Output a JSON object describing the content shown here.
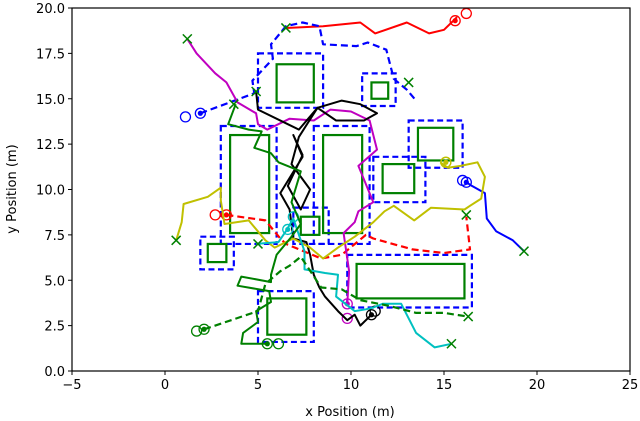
{
  "chart_data": {
    "type": "scatter",
    "title": "",
    "xlabel": "x Position (m)",
    "ylabel": "y Position (m)",
    "xlim": [
      -5,
      25
    ],
    "ylim": [
      0,
      20
    ],
    "xticks": [
      -5,
      0,
      5,
      10,
      15,
      20,
      25
    ],
    "yticks": [
      0.0,
      2.5,
      5.0,
      7.5,
      10.0,
      12.5,
      15.0,
      17.5,
      20.0
    ],
    "xtick_labels": [
      "−5",
      "0",
      "5",
      "10",
      "15",
      "20",
      "25"
    ],
    "ytick_labels": [
      "0.0",
      "2.5",
      "5.0",
      "7.5",
      "10.0",
      "12.5",
      "15.0",
      "17.5",
      "20.0"
    ],
    "grid": false,
    "legend": "none",
    "obstacles": [
      {
        "x": [
          6.0,
          8.0
        ],
        "y": [
          14.8,
          16.9
        ]
      },
      {
        "x": [
          3.5,
          5.6
        ],
        "y": [
          7.6,
          13.0
        ]
      },
      {
        "x": [
          8.5,
          10.6
        ],
        "y": [
          7.6,
          13.0
        ]
      },
      {
        "x": [
          7.3,
          8.3
        ],
        "y": [
          7.5,
          8.5
        ]
      },
      {
        "x": [
          11.1,
          12.0
        ],
        "y": [
          15.0,
          15.9
        ]
      },
      {
        "x": [
          13.6,
          15.5
        ],
        "y": [
          11.6,
          13.4
        ]
      },
      {
        "x": [
          11.7,
          13.4
        ],
        "y": [
          9.8,
          11.4
        ]
      },
      {
        "x": [
          2.3,
          3.3
        ],
        "y": [
          6.0,
          7.0
        ]
      },
      {
        "x": [
          5.5,
          7.6
        ],
        "y": [
          2.0,
          4.0
        ]
      },
      {
        "x": [
          10.3,
          16.1
        ],
        "y": [
          4.0,
          5.9
        ]
      }
    ],
    "safety_margins": [
      {
        "x": [
          5.0,
          8.5
        ],
        "y": [
          14.5,
          17.5
        ]
      },
      {
        "x": [
          3.0,
          6.0
        ],
        "y": [
          7.0,
          13.5
        ]
      },
      {
        "x": [
          8.0,
          11.0
        ],
        "y": [
          7.0,
          13.5
        ]
      },
      {
        "x": [
          6.9,
          8.8
        ],
        "y": [
          7.0,
          9.0
        ]
      },
      {
        "x": [
          10.6,
          12.4
        ],
        "y": [
          14.6,
          16.4
        ]
      },
      {
        "x": [
          13.1,
          16.0
        ],
        "y": [
          11.2,
          13.8
        ]
      },
      {
        "x": [
          11.2,
          14.0
        ],
        "y": [
          9.3,
          11.8
        ]
      },
      {
        "x": [
          1.9,
          3.7
        ],
        "y": [
          5.6,
          7.4
        ]
      },
      {
        "x": [
          5.0,
          8.0
        ],
        "y": [
          1.6,
          4.4
        ]
      },
      {
        "x": [
          9.8,
          16.5
        ],
        "y": [
          3.5,
          6.4
        ]
      }
    ],
    "series": [
      {
        "name": "red",
        "color": "#ff0000",
        "style": "solid",
        "x": [
          6.5,
          8.5,
          10.5,
          11.3,
          13.0,
          14.2,
          15.0,
          15.7
        ],
        "y": [
          18.9,
          19.0,
          19.2,
          18.6,
          19.2,
          18.6,
          18.8,
          19.5
        ],
        "start": [
          16.2,
          19.7
        ],
        "end": [
          15.6,
          19.3
        ]
      },
      {
        "name": "red-dashed",
        "color": "#ff0000",
        "style": "dashed",
        "x": [
          3.3,
          5.4,
          6.2,
          6.5,
          8.4,
          9.5,
          10.8,
          11.2,
          13.3,
          15.0,
          16.4,
          16.2
        ],
        "y": [
          8.6,
          8.3,
          7.3,
          7.0,
          6.2,
          6.4,
          7.5,
          7.3,
          6.7,
          6.5,
          6.7,
          8.5
        ],
        "start": [
          2.7,
          8.6
        ],
        "end": [
          3.3,
          8.6
        ]
      },
      {
        "name": "blue-dashed",
        "color": "#0000ff",
        "style": "dashed",
        "x": [
          1.9,
          4.8,
          4.7,
          5.8,
          5.7,
          6.5,
          7.4,
          8.3,
          8.5,
          10.3,
          10.9,
          11.9,
          12.3,
          13.0,
          13.5
        ],
        "y": [
          14.2,
          15.3,
          16.0,
          17.2,
          18.0,
          19.0,
          19.2,
          19.0,
          18.0,
          17.9,
          18.1,
          17.7,
          16.1,
          15.5,
          14.9
        ],
        "start": [
          1.1,
          14.0
        ],
        "end": [
          1.9,
          14.2
        ]
      },
      {
        "name": "blue",
        "color": "#0000ff",
        "style": "solid",
        "x": [
          16.2,
          16.5,
          17.2,
          17.3,
          17.8,
          18.7,
          19.3
        ],
        "y": [
          10.4,
          10.2,
          9.8,
          8.4,
          7.7,
          7.2,
          6.6
        ],
        "start": [
          16.0,
          10.5
        ],
        "end": [
          16.2,
          10.4
        ]
      },
      {
        "name": "magenta",
        "color": "#c000c0",
        "style": "solid",
        "x": [
          1.2,
          1.7,
          2.7,
          3.3,
          3.9,
          4.9,
          5.0,
          5.5,
          6.7,
          8.0,
          8.9,
          10.0,
          11.0,
          11.4,
          10.4,
          11.2,
          10.4,
          10.2,
          9.6,
          9.9,
          9.8
        ],
        "y": [
          18.3,
          17.5,
          16.4,
          15.9,
          14.8,
          14.2,
          13.6,
          13.3,
          13.9,
          13.8,
          14.4,
          14.3,
          13.8,
          12.2,
          11.3,
          9.3,
          8.8,
          8.2,
          7.6,
          5.5,
          3.7
        ],
        "start": [
          9.8,
          2.9
        ],
        "end": [
          9.8,
          3.7
        ]
      },
      {
        "name": "black",
        "color": "#000000",
        "style": "solid",
        "x": [
          4.9,
          5.0,
          6.6,
          7.2,
          8.2,
          9.5,
          10.5,
          11.4,
          10.7,
          9.2,
          8.2,
          7.2,
          6.8,
          7.8,
          7.3,
          6.6,
          7.4,
          6.9,
          7.4,
          6.2,
          6.7,
          6.9,
          7.6,
          7.8,
          8.0,
          8.3,
          8.6,
          9.3,
          9.8,
          10.2,
          10.5,
          11.1
        ],
        "y": [
          15.4,
          14.4,
          13.6,
          13.3,
          14.5,
          14.9,
          14.7,
          14.2,
          13.8,
          13.8,
          14.5,
          12.9,
          11.4,
          10.0,
          8.9,
          10.2,
          11.9,
          13.0,
          11.8,
          9.8,
          8.9,
          7.3,
          7.1,
          6.4,
          5.3,
          4.6,
          4.1,
          3.3,
          2.8,
          3.1,
          2.5,
          3.1
        ],
        "start": [
          11.3,
          3.3
        ],
        "end": [
          11.1,
          3.1
        ]
      },
      {
        "name": "yellow",
        "color": "#c0c000",
        "style": "solid",
        "x": [
          0.6,
          0.9,
          1.0,
          2.3,
          3.0,
          3.0,
          3.2,
          4.5,
          5.4,
          5.9,
          6.9,
          7.8,
          8.5,
          9.3,
          10.2,
          11.2,
          11.8,
          12.3,
          13.4,
          14.3,
          16.1,
          16.4,
          17.0,
          17.2,
          16.8,
          15.9,
          15.2,
          14.8
        ],
        "y": [
          7.2,
          8.2,
          9.2,
          9.6,
          10.1,
          9.4,
          8.1,
          8.3,
          7.2,
          6.8,
          7.3,
          6.8,
          6.2,
          6.8,
          7.4,
          8.2,
          8.8,
          9.1,
          8.3,
          9.0,
          8.9,
          9.1,
          9.5,
          10.7,
          11.5,
          11.3,
          11.2,
          11.5
        ],
        "start": [
          15.1,
          11.5
        ],
        "end": [
          15.1,
          11.5
        ]
      },
      {
        "name": "cyan",
        "color": "#00c0c0",
        "style": "solid",
        "x": [
          4.9,
          6.1,
          6.5,
          6.9,
          7.5,
          7.5,
          8.6,
          9.3,
          9.2,
          10.2,
          10.8,
          11.2,
          11.7,
          12.7,
          13.5,
          14.5,
          15.4
        ],
        "y": [
          7.0,
          7.1,
          7.7,
          8.4,
          6.6,
          5.6,
          5.4,
          5.3,
          4.1,
          3.3,
          3.4,
          3.5,
          3.7,
          3.7,
          2.1,
          1.3,
          1.5
        ],
        "start": [
          6.9,
          8.5
        ],
        "end": [
          6.6,
          7.8
        ]
      },
      {
        "name": "green",
        "color": "#008000",
        "style": "solid",
        "x": [
          3.8,
          3.4,
          4.5,
          5.2,
          4.8,
          5.7,
          6.1,
          7.3,
          6.8,
          7.3,
          6.8,
          6.0,
          5.7,
          5.7,
          4.1,
          3.9,
          5.6,
          5.7,
          4.9,
          5.0,
          4.2,
          4.1,
          5.3,
          5.5
        ],
        "y": [
          14.7,
          13.6,
          13.3,
          13.2,
          12.3,
          12.0,
          11.5,
          11.0,
          9.3,
          8.1,
          7.4,
          6.4,
          5.3,
          4.9,
          5.2,
          4.7,
          4.4,
          3.8,
          3.3,
          2.7,
          2.1,
          1.5,
          1.5,
          1.5
        ],
        "start": [
          6.1,
          1.5
        ],
        "end": [
          5.5,
          1.5
        ]
      },
      {
        "name": "green-dashed",
        "color": "#008000",
        "style": "dashed",
        "x": [
          2.1,
          5.0,
          5.4,
          6.2,
          6.7,
          7.3,
          8.4,
          9.5,
          10.5,
          12.0,
          13.5,
          15.0,
          16.3
        ],
        "y": [
          2.3,
          3.3,
          4.8,
          5.5,
          5.8,
          6.3,
          4.6,
          4.5,
          3.9,
          3.6,
          3.2,
          3.2,
          3.0
        ],
        "start": [
          1.7,
          2.2
        ],
        "end": [
          2.1,
          2.3
        ]
      }
    ],
    "goal_markers": [
      [
        1.2,
        18.3
      ],
      [
        6.5,
        18.9
      ],
      [
        3.7,
        14.7
      ],
      [
        4.9,
        15.4
      ],
      [
        13.1,
        15.9
      ],
      [
        0.6,
        7.2
      ],
      [
        5.0,
        7.0
      ],
      [
        16.2,
        8.6
      ],
      [
        19.3,
        6.6
      ],
      [
        16.3,
        3.0
      ],
      [
        15.4,
        1.5
      ]
    ]
  }
}
